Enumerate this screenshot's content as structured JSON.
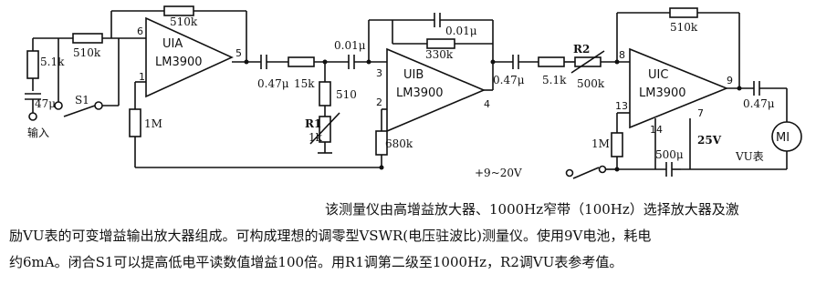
{
  "chips": {
    "u1a": {
      "name": "UIA",
      "part": "LM3900"
    },
    "u1b": {
      "name": "UIB",
      "part": "LM3900"
    },
    "u1c": {
      "name": "UIC",
      "part": "LM3900"
    }
  },
  "pins": {
    "u1a_in_top": "6",
    "u1a_in_bottom": "1",
    "u1a_out": "5",
    "u1b_in_top": "3",
    "u1b_in_bottom": "2",
    "u1b_out": "4",
    "u1c_in_top": "8",
    "u1c_in_bottom": "13",
    "u1c_out": "9",
    "u1c_pin7": "7",
    "u1c_pin14": "14"
  },
  "components": {
    "r_input": "5.1k",
    "c_input": "47μ",
    "r_series1": "510k",
    "r_fb1": "510k",
    "r_bias1": "1M",
    "switch_s1": "S1",
    "input_label": "输入",
    "c_couple1": "0.47μ",
    "r_15k": "15k",
    "r_510": "510",
    "r1": "R1",
    "r1_value": "1k",
    "c_001a": "0.01μ",
    "c_001b": "0.01μ",
    "r_330k": "330k",
    "r_680k": "680k",
    "c_couple2": "0.47μ",
    "r_5_1k": "5.1k",
    "r2": "R2",
    "r2_value": "500k",
    "r_fb3": "510k",
    "r_bias3": "1M",
    "c_500u": "500μ",
    "v25": "25V",
    "c_couple3": "0.47μ",
    "meter": "MI",
    "meter_label": "VU表",
    "supply": "+9~20V"
  },
  "caption": {
    "line1": "该测量仪由高增益放大器、1000Hz窄带（100Hz）选择放大器及激",
    "line2": "励VU表的可变增益输出放大器组成。可构成理想的调零型VSWR(电压驻波比)测量仪。使用9V电池，耗电",
    "line3": "约6mA。闭合S1可以提高低电平读数值增益100倍。用R1调第二级至1000Hz，R2调VU表参考值。"
  }
}
